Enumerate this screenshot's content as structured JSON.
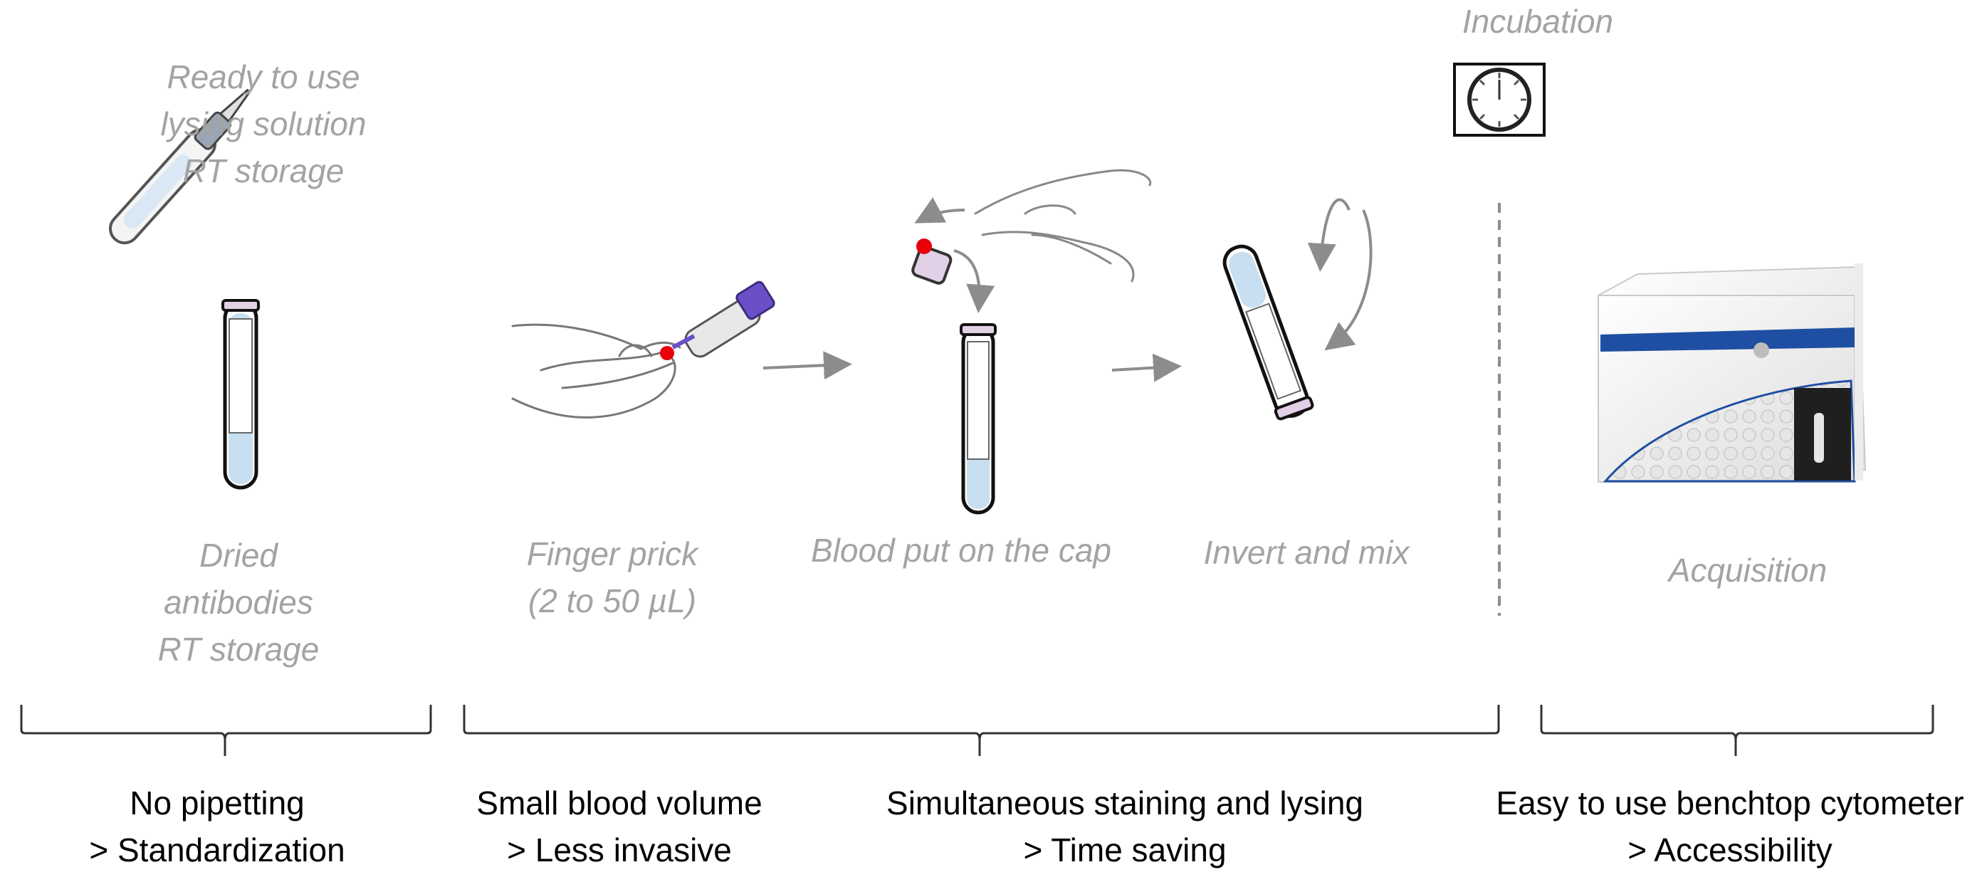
{
  "steps": {
    "lysing": {
      "lines": [
        "Ready to use",
        "lysing solution",
        "RT storage"
      ]
    },
    "dried": {
      "lines": [
        "Dried",
        "antibodies",
        "RT storage"
      ]
    },
    "finger": {
      "lines": [
        "Finger prick",
        "(2 to 50 µL)"
      ]
    },
    "cap": {
      "lines": [
        "Blood put on the cap"
      ]
    },
    "invert": {
      "lines": [
        "Invert and mix"
      ]
    },
    "incubation": {
      "lines": [
        "Incubation"
      ]
    },
    "acquisition": {
      "lines": [
        "Acquisition"
      ]
    }
  },
  "benefits": {
    "pipetting": {
      "lines": [
        "No pipetting",
        "> Standardization"
      ]
    },
    "volume": {
      "lines": [
        "Small blood volume",
        "> Less invasive"
      ]
    },
    "staining": {
      "lines": [
        "Simultaneous staining and lysing",
        "> Time saving"
      ]
    },
    "cytometer": {
      "lines": [
        "Easy to use benchtop cytometer",
        "> Accessibility"
      ]
    }
  },
  "colors": {
    "caption": "#a3a3a3",
    "arrow": "#8c8c8c",
    "blood": "#e8000b",
    "lancet": "#6a4fc9",
    "tube_liquid": "#c7dff0",
    "instrument_stripe": "#1f4fa3"
  }
}
